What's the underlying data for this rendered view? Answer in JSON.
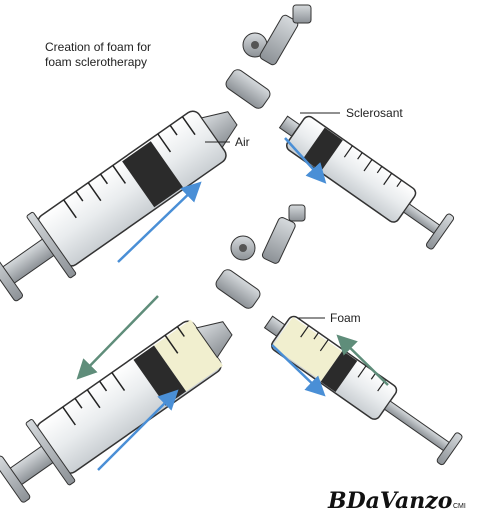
{
  "title_line1": "Creation of foam for",
  "title_line2": "foam sclerotherapy",
  "labels": {
    "sclerosant": "Sclerosant",
    "air": "Air",
    "foam": "Foam"
  },
  "signature": {
    "name": "BDaVanzo",
    "suffix": "CMI"
  },
  "colors": {
    "arrow_blue": "#4a8fd6",
    "arrow_green": "#5f8d7a",
    "foam_fill": "#f1efcf",
    "barrel": "#eef0f1",
    "metal": "#9fa4a8"
  }
}
